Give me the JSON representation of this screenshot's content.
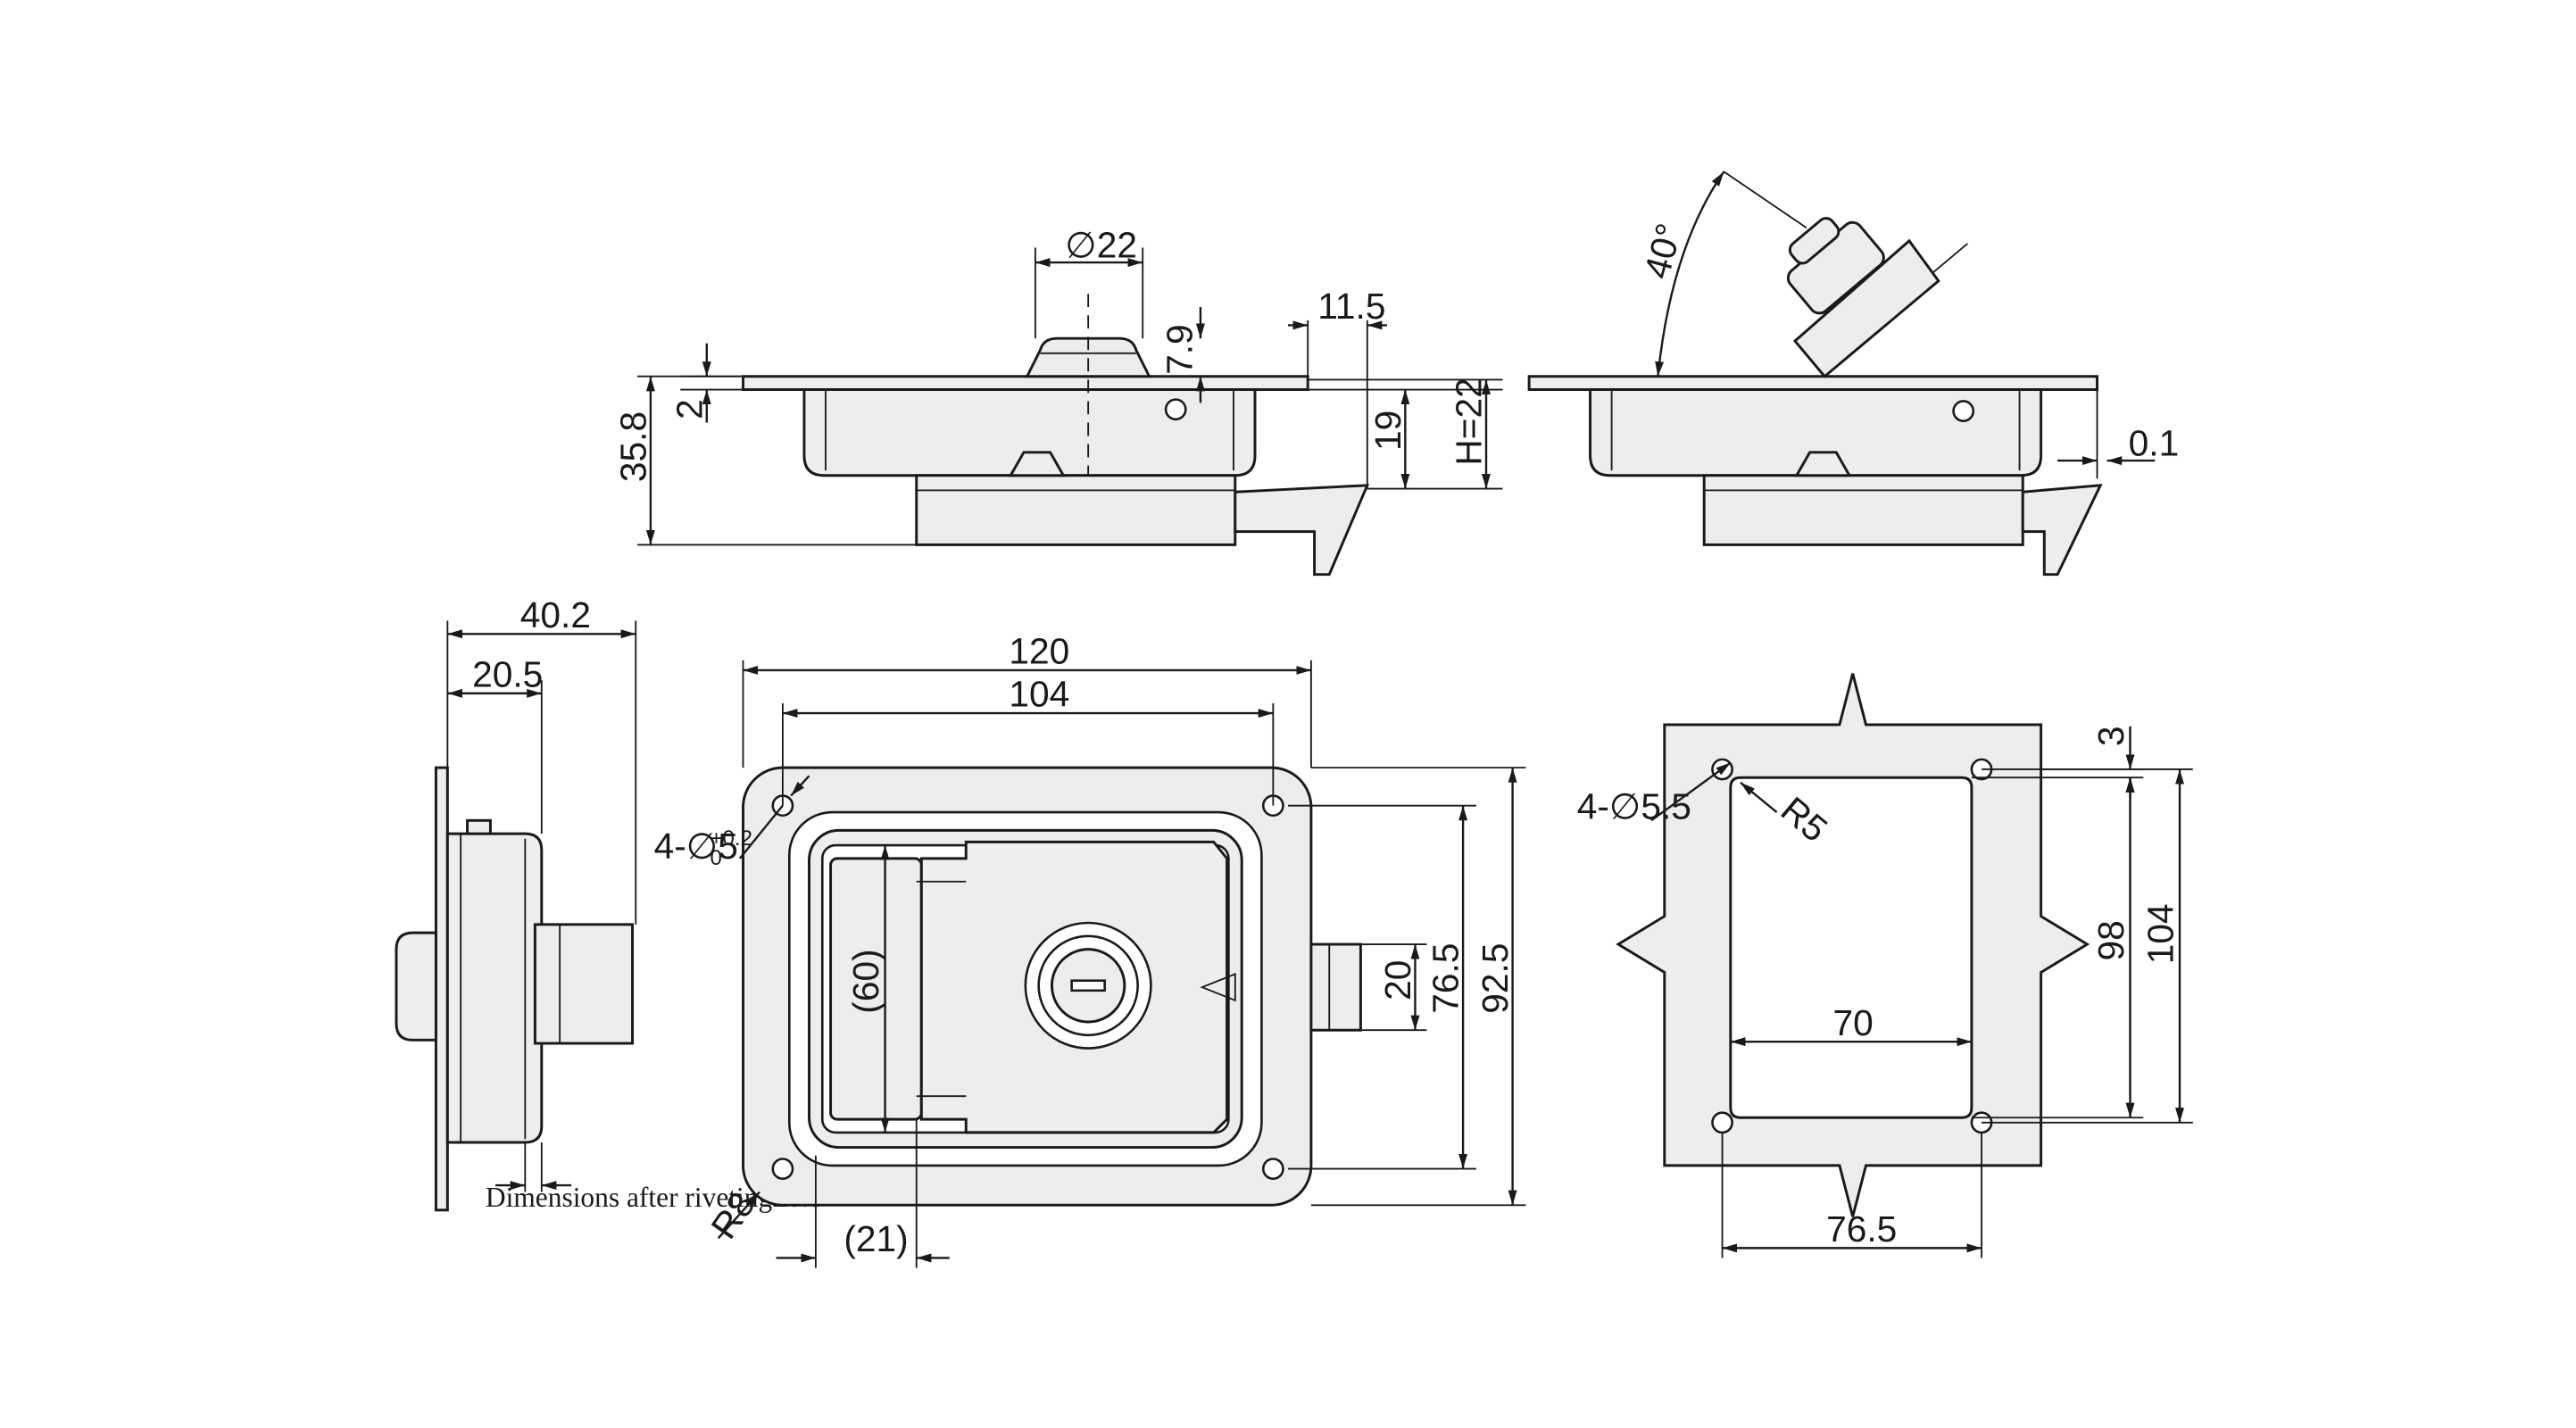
{
  "dimensions": {
    "top": {
      "dia22": "∅22",
      "d7_9": "7.9",
      "d11_5": "11.5",
      "d2": "2",
      "d35_8": "35.8",
      "d19": "19",
      "h22": "H=22"
    },
    "tilt": {
      "angle40": "40°",
      "d0_1": "0.1"
    },
    "side": {
      "d40_2": "40.2",
      "d20_5": "20.5",
      "riveting_note": "Dimensions after riveting≤0.8"
    },
    "front": {
      "d120": "120",
      "d104": "104",
      "holes": "4-∅5",
      "hole_tol_upper": "+0.2",
      "hole_tol_lower": "0",
      "d60": "(60)",
      "d20": "20",
      "d76_5": "76.5",
      "d92_5": "92.5",
      "r8": "R8",
      "d21": "(21)"
    },
    "cutout": {
      "holes": "4-∅5.5",
      "r5": "R5",
      "d3": "3",
      "d98": "98",
      "d104": "104",
      "d70": "70",
      "d76_5": "76.5"
    }
  }
}
